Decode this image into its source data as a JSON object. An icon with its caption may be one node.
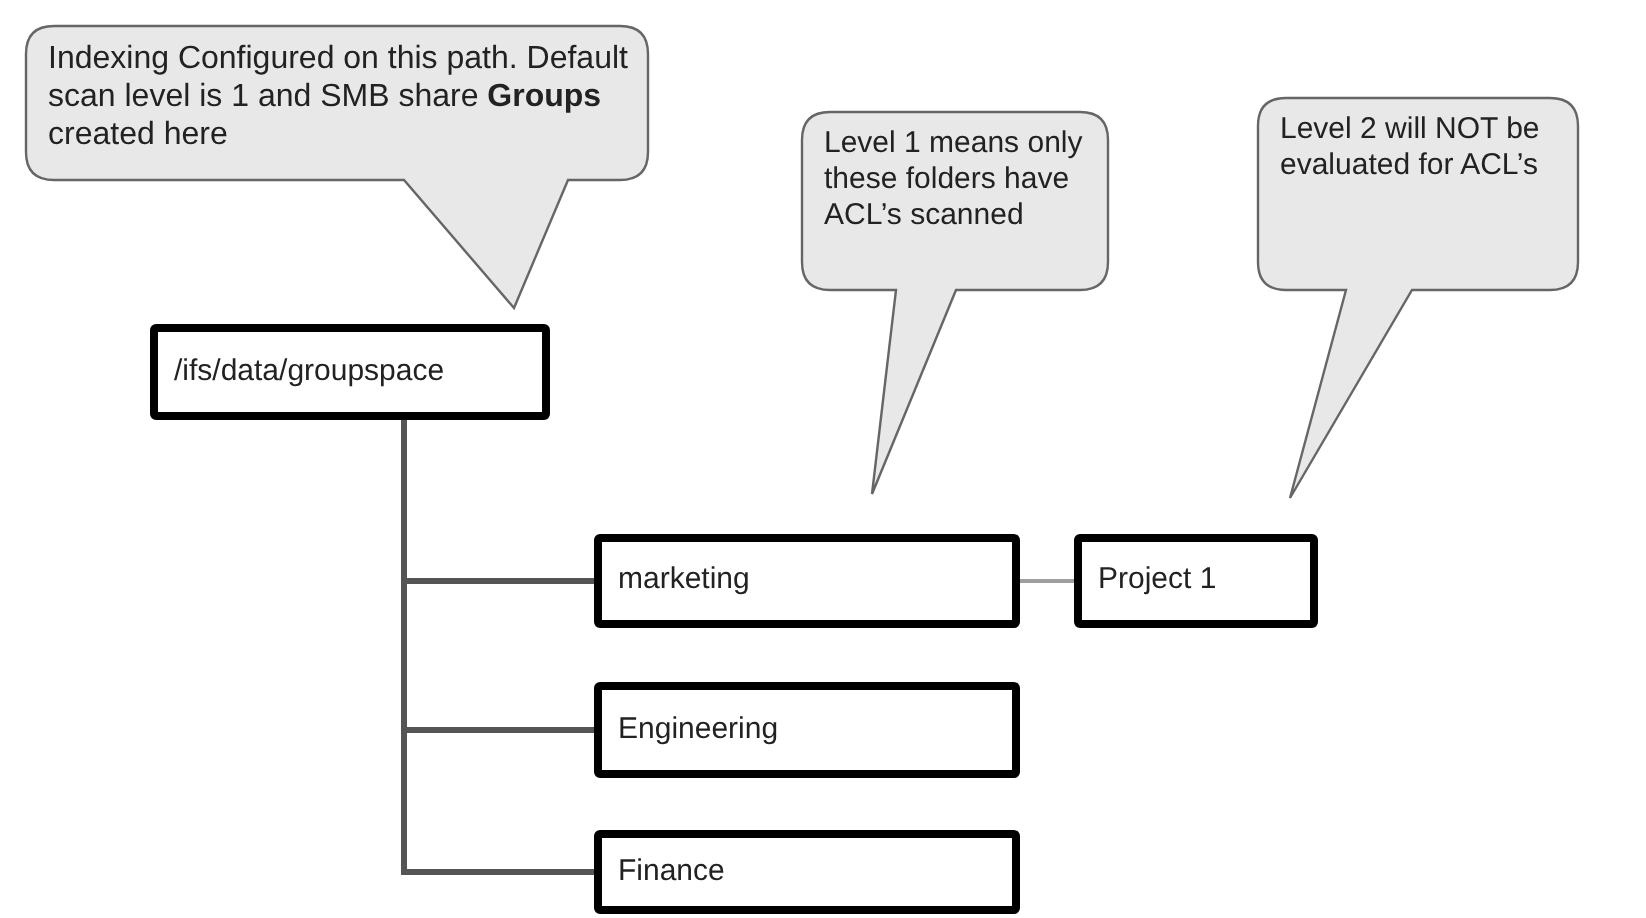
{
  "diagram": {
    "nodes": [
      {
        "text": [
          "Indexing Configured on this path. Default scan level is 1 and SMB share **Groups** created here"
        ]
      },
      {
        "text": [
          "/ifs/data/groupspace"
        ]
      },
      {
        "text": [
          "Level 1 means only these folders have ACL’s scanned"
        ]
      },
      {
        "text": [
          "Level 2  will NOT be evaluated for ACL’s"
        ]
      },
      {
        "text": [
          "marketing"
        ]
      },
      {
        "text": [
          "Project 1"
        ]
      },
      {
        "text": [
          "Engineering"
        ]
      },
      {
        "text": [
          "Finance"
        ]
      }
    ],
    "edges": [
      {
        "from": 1,
        "to": 4,
        "arrow": "none"
      },
      {
        "from": 1,
        "to": 6,
        "arrow": "none"
      },
      {
        "from": 1,
        "to": 7,
        "arrow": "none"
      },
      {
        "from": 4,
        "to": 5,
        "arrow": "none",
        "color": "#9e9e9e"
      }
    ]
  }
}
